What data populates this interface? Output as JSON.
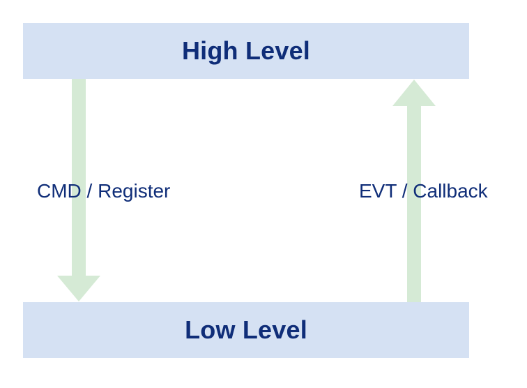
{
  "diagram": {
    "top_node": {
      "label": "High Level"
    },
    "bottom_node": {
      "label": "Low Level"
    },
    "down_edge": {
      "label": "CMD / Register",
      "direction": "down"
    },
    "up_edge": {
      "label": "EVT / Callback",
      "direction": "up"
    }
  },
  "colors": {
    "node_fill": "#d5e1f3",
    "node_text": "#0f2d78",
    "arrow_fill": "#d5ead5",
    "label_text": "#0f2d78"
  }
}
